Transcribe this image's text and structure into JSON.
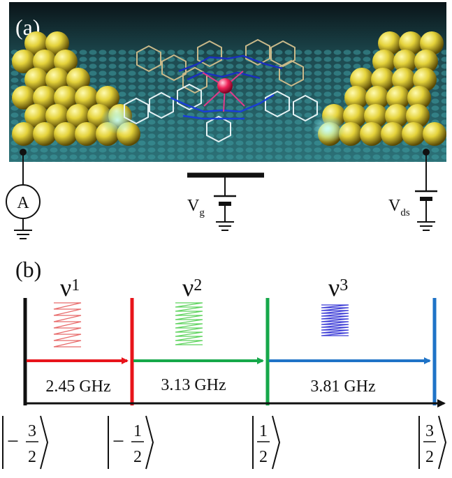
{
  "panel_a": {
    "label": "(a)",
    "ammeter_symbol": "A",
    "gate_voltage": {
      "base": "V",
      "sub": "g"
    },
    "drain_source_voltage": {
      "base": "V",
      "sub": "ds"
    }
  },
  "panel_b": {
    "label": "(b)",
    "transitions": [
      {
        "nu_base": "ν",
        "nu_sub": "1",
        "frequency": "2.45 GHz",
        "color": "#e8141b",
        "wave_color": "#e86a6a"
      },
      {
        "nu_base": "ν",
        "nu_sub": "2",
        "frequency": "3.13 GHz",
        "color": "#16a84a",
        "wave_color": "#5ed35e"
      },
      {
        "nu_base": "ν",
        "nu_sub": "3",
        "frequency": "3.81 GHz",
        "color": "#1f73c7",
        "wave_color": "#3b3bd6"
      }
    ],
    "states": [
      {
        "sign": "−",
        "num": "3",
        "den": "2"
      },
      {
        "sign": "−",
        "num": "1",
        "den": "2"
      },
      {
        "sign": "",
        "num": "1",
        "den": "2"
      },
      {
        "sign": "",
        "num": "3",
        "den": "2"
      }
    ],
    "level_colors": [
      "#111111",
      "#e8141b",
      "#16a84a",
      "#1f73c7"
    ]
  }
}
